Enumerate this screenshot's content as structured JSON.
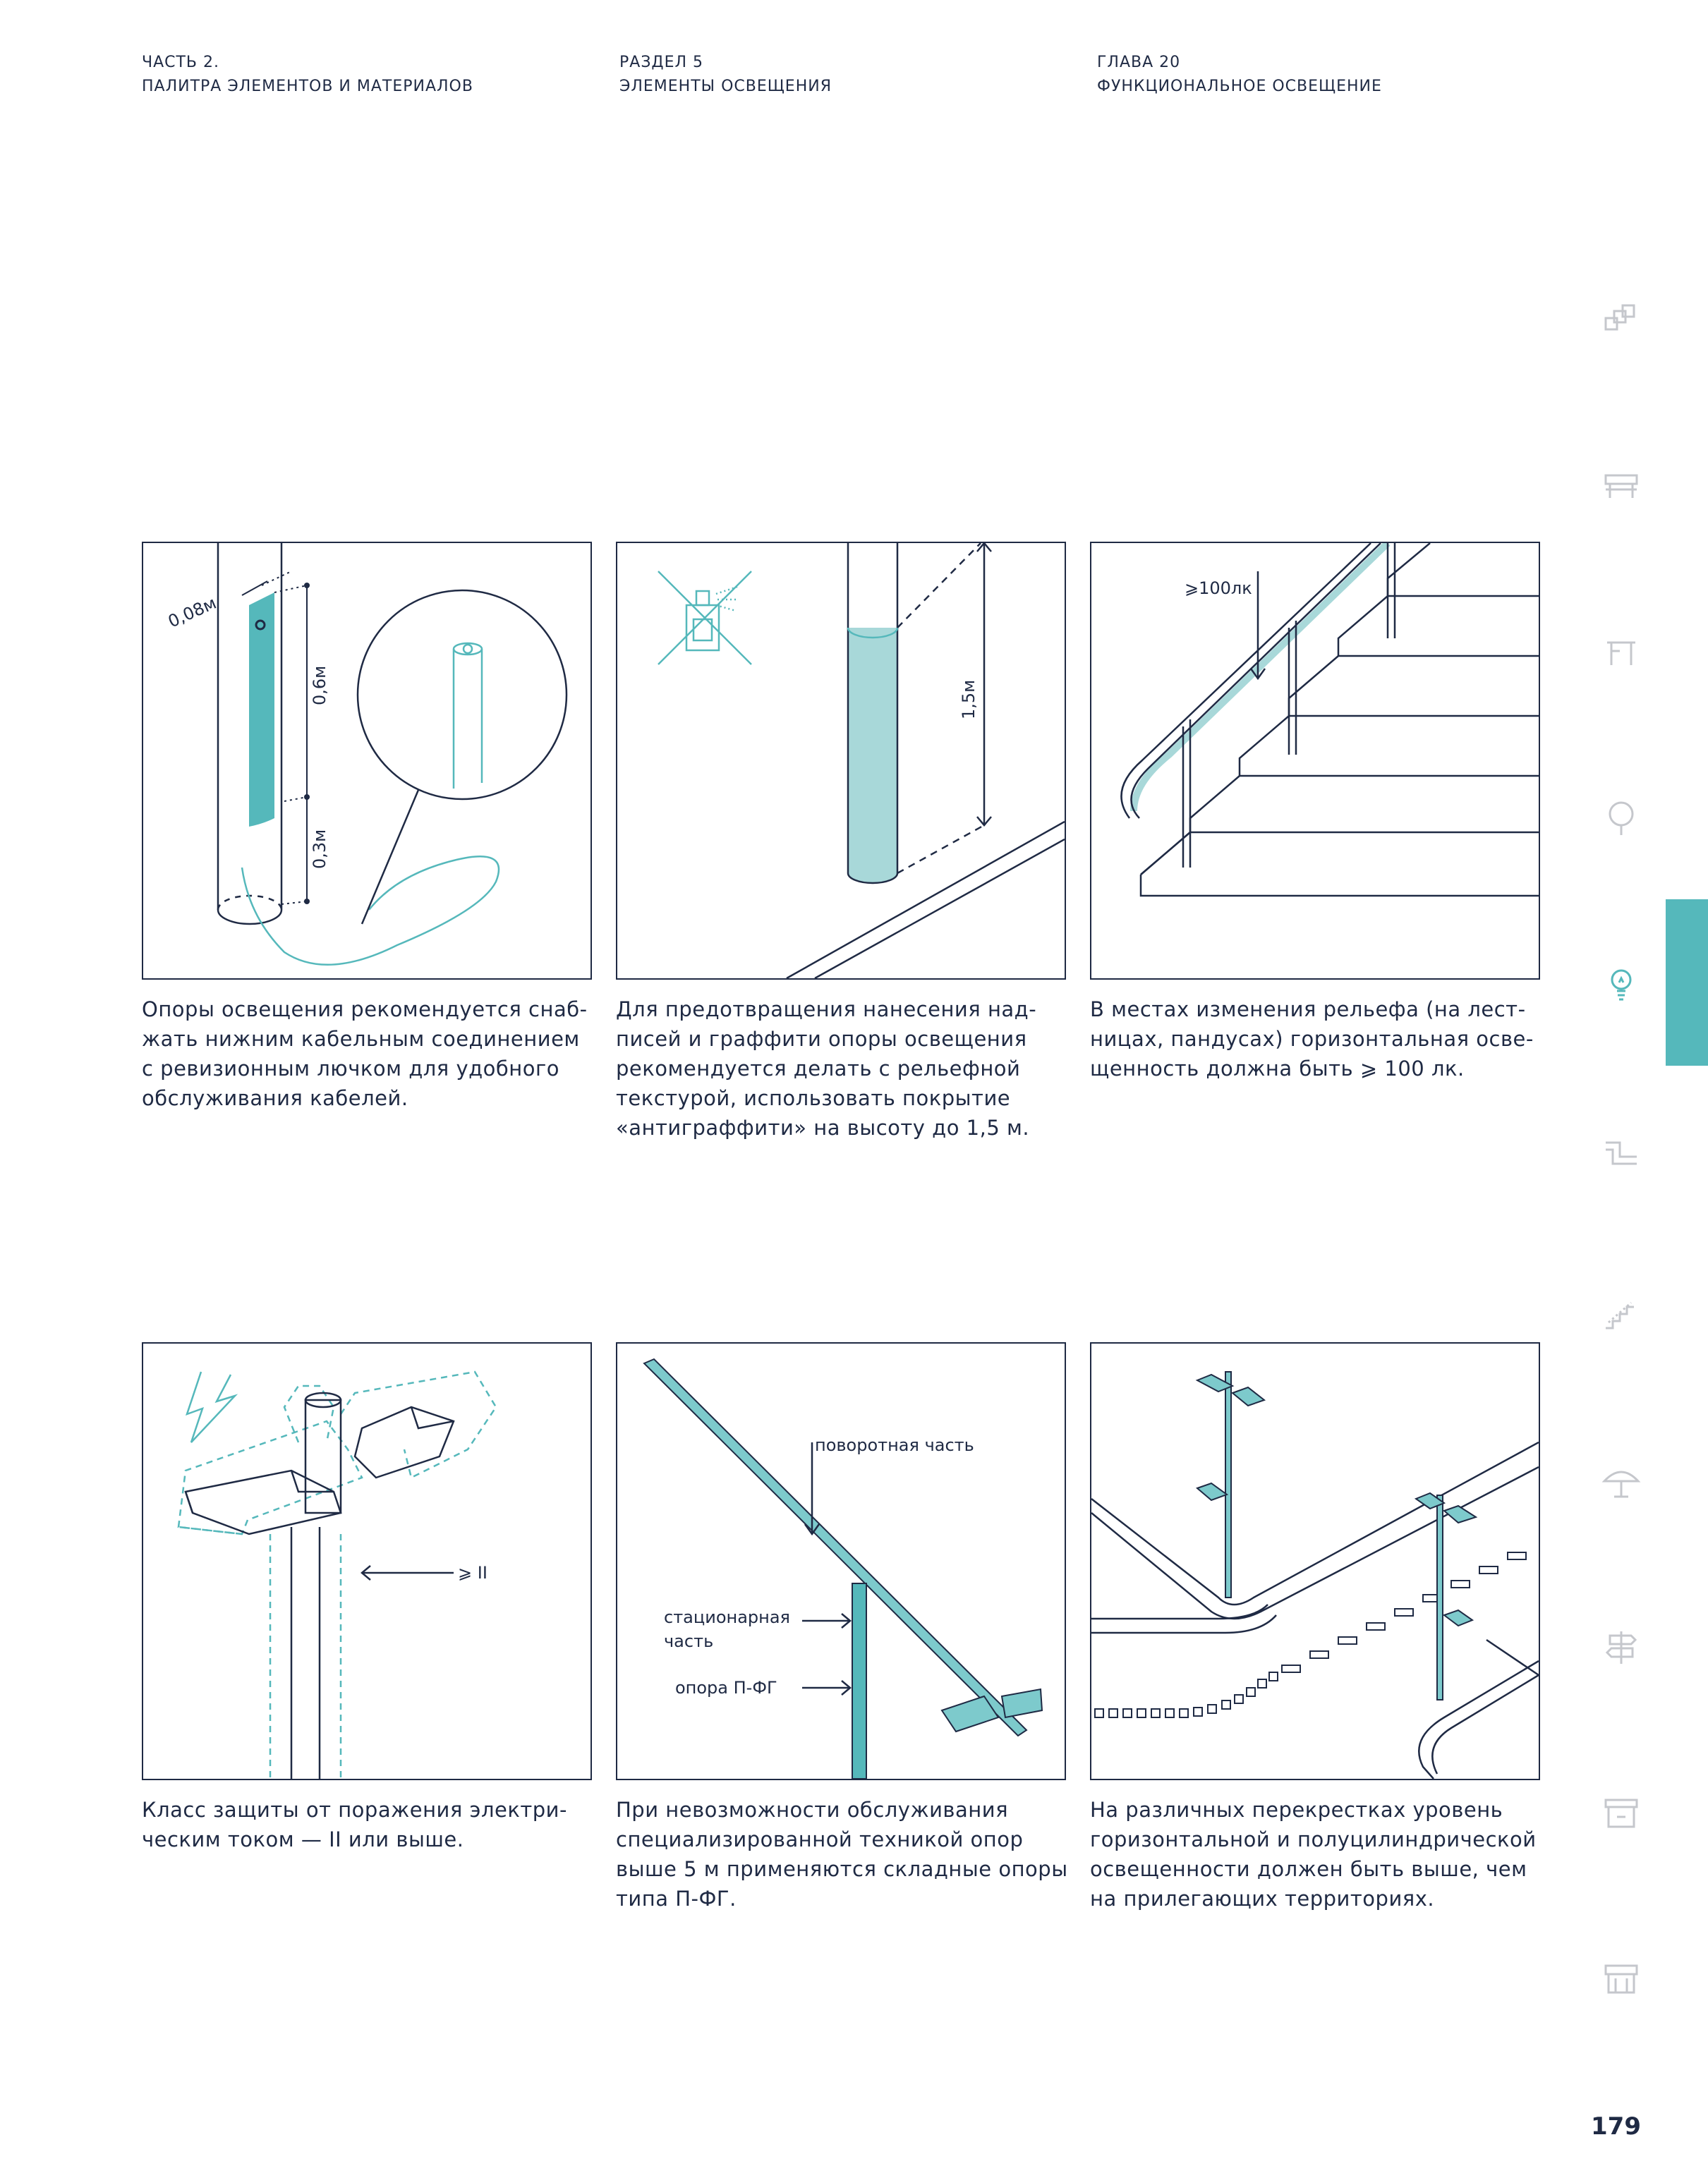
{
  "header": {
    "part_label": "ЧАСТЬ 2.",
    "part_title": "ПАЛИТРА ЭЛЕМЕНТОВ И МАТЕРИАЛОВ",
    "section_label": "РАЗДЕЛ 5",
    "section_title": "ЭЛЕМЕНТЫ  ОСВЕЩЕНИЯ",
    "chapter_label": "ГЛАВА 20",
    "chapter_title": "ФУНКЦИОНАЛЬНОЕ ОСВЕЩЕНИЕ"
  },
  "colors": {
    "ink": "#1f2a44",
    "accent": "#55b8bb",
    "accent_light": "#a8d8d9",
    "icon_gray": "#c5c7cc"
  },
  "panels": [
    {
      "labels": {
        "d1": "0,08м",
        "d2": "0,6м",
        "d3": "0,3м"
      },
      "caption": [
        "Опоры освещения рекомендуется снаб-",
        "жать нижним кабельным соединением",
        "с ревизионным лючком для удобного",
        "обслуживания кабелей."
      ]
    },
    {
      "labels": {
        "height": "1,5м"
      },
      "caption": [
        "Для предотвращения нанесения над-",
        "писей и граффити опоры освещения",
        "рекомендуется делать с рельефной",
        "текстурой, использовать покрытие",
        "«антиграффити» на высоту до 1,5 м."
      ]
    },
    {
      "labels": {
        "lux": "⩾100лк"
      },
      "caption": [
        "В местах изменения рельефа (на лест-",
        "ницах, пандусах) горизонтальная осве-",
        "щенность должна быть ⩾ 100 лк."
      ]
    },
    {
      "labels": {
        "class": "⩾ II"
      },
      "caption": [
        "Класс защиты от поражения электри-",
        "ческим током — II или выше."
      ]
    },
    {
      "labels": {
        "rotating": "поворотная часть",
        "stationary_1": "стационарная",
        "stationary_2": "часть",
        "pole": "опора П-ФГ"
      },
      "caption": [
        "При невозможности обслуживания",
        "специализированной техникой опор",
        "выше 5 м применяются складные опоры",
        "типа П-ФГ."
      ]
    },
    {
      "caption": [
        "На различных перекрестках уровень",
        "горизонтальной и полуцилиндрической",
        "освещенности должен быть выше, чем",
        "на прилегающих территориях."
      ]
    }
  ],
  "sidebar": {
    "icons": [
      "blocks-icon",
      "bench-icon",
      "gate-icon",
      "tree-icon",
      "lightbulb-icon",
      "pipe-icon",
      "stairs-icon",
      "umbrella-icon",
      "signpost-icon",
      "kiosk-icon",
      "shop-icon"
    ],
    "active": "lightbulb-icon"
  },
  "page_number": "179"
}
